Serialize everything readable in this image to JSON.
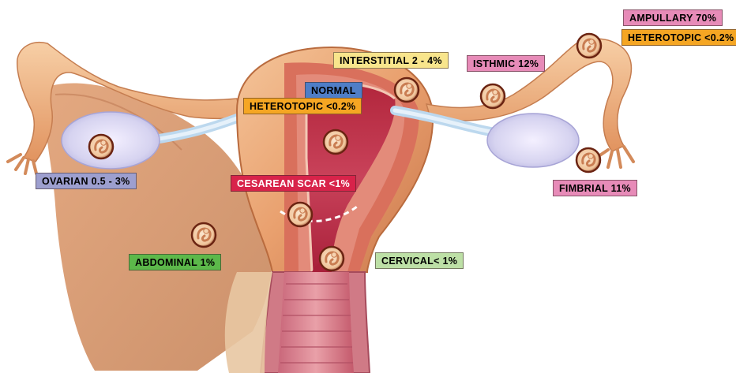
{
  "colors": {
    "ampullary": "#e78bb8",
    "heterotopic": "#f5a623",
    "interstitial": "#f8e58c",
    "isthmic": "#e78bb8",
    "normal": "#4f7ec7",
    "ovarian": "#9d9fcf",
    "cesarean": "#d8234a",
    "fimbrial": "#e78bb8",
    "abdominal": "#5cb84a",
    "cervical": "#bde0a6"
  },
  "icons": [
    "embryo-icon",
    "ovary-shape",
    "uterus-shape",
    "fallopian-tube-shape",
    "cervix-shape",
    "scar-dashed-line"
  ],
  "labels": {
    "ampullary": "AMPULLARY 70%",
    "heterotopic_tube": "HETEROTOPIC <0.2%",
    "interstitial": "INTERSTITIAL 2 - 4%",
    "isthmic": "ISTHMIC 12%",
    "normal": "NORMAL",
    "heterotopic_uterus": "HETEROTOPIC <0.2%",
    "ovarian": "OVARIAN 0.5 - 3%",
    "cesarean": "CESAREAN SCAR <1%",
    "fimbrial": "FIMBRIAL 11%",
    "abdominal": "ABDOMINAL 1%",
    "cervical": "CERVICAL< 1%"
  }
}
